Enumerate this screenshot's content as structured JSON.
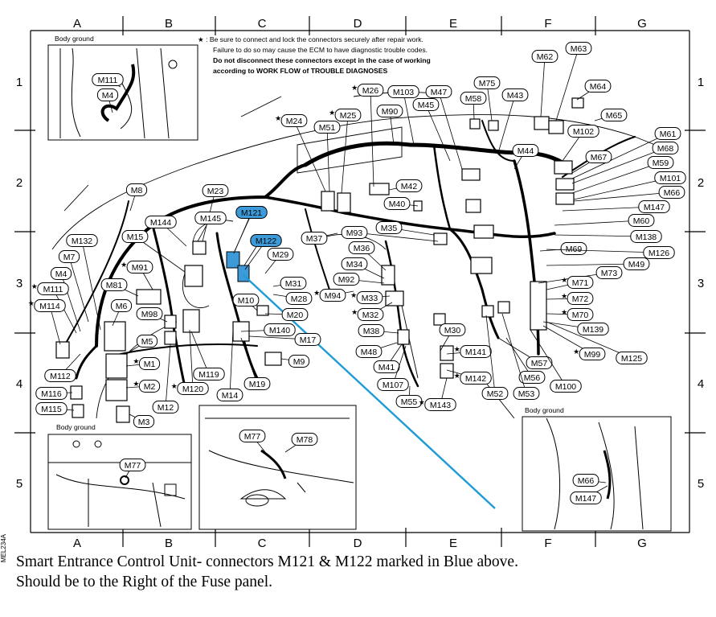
{
  "grid": {
    "columns": [
      "A",
      "B",
      "C",
      "D",
      "E",
      "F",
      "G"
    ],
    "rows": [
      "1",
      "2",
      "3",
      "4",
      "5"
    ]
  },
  "note": {
    "line1": "★ : Be sure to connect and lock the connectors securely after repair work.",
    "line2": "Failure to do so may cause the ECM to have diagnostic trouble codes.",
    "line3": "Do not disconnect these connectors except in the case of working",
    "line4": "according to WORK FLOW of TROUBLE DIAGNOSES"
  },
  "insets": {
    "top_left_title": "Body ground",
    "bottom_left_title": "Body ground",
    "bottom_right_title": "Body ground"
  },
  "highlight_color": "#3d9ad8",
  "pointer_color": "#1f9bd6",
  "connectors": [
    {
      "id": "c-M111a",
      "label": "M111"
    },
    {
      "id": "c-M4a",
      "label": "M4"
    },
    {
      "id": "c-M26",
      "label": "M26",
      "star": true
    },
    {
      "id": "c-M103",
      "label": "M103"
    },
    {
      "id": "c-M47",
      "label": "M47"
    },
    {
      "id": "c-M75",
      "label": "M75"
    },
    {
      "id": "c-M62",
      "label": "M62"
    },
    {
      "id": "c-M63",
      "label": "M63"
    },
    {
      "id": "c-M64",
      "label": "M64"
    },
    {
      "id": "c-M90",
      "label": "M90"
    },
    {
      "id": "c-M45",
      "label": "M45"
    },
    {
      "id": "c-M58",
      "label": "M58"
    },
    {
      "id": "c-M43",
      "label": "M43"
    },
    {
      "id": "c-M25",
      "label": "M25",
      "star": true
    },
    {
      "id": "c-M24",
      "label": "M24",
      "star": true
    },
    {
      "id": "c-M51",
      "label": "M51"
    },
    {
      "id": "c-M65",
      "label": "M65"
    },
    {
      "id": "c-M102",
      "label": "M102"
    },
    {
      "id": "c-M61",
      "label": "M61"
    },
    {
      "id": "c-M44",
      "label": "M44"
    },
    {
      "id": "c-M68",
      "label": "M68"
    },
    {
      "id": "c-M67",
      "label": "M67"
    },
    {
      "id": "c-M59",
      "label": "M59"
    },
    {
      "id": "c-M101",
      "label": "M101"
    },
    {
      "id": "c-M66a",
      "label": "M66"
    },
    {
      "id": "c-M147a",
      "label": "M147"
    },
    {
      "id": "c-M8",
      "label": "M8"
    },
    {
      "id": "c-M23",
      "label": "M23"
    },
    {
      "id": "c-M42",
      "label": "M42"
    },
    {
      "id": "c-M40",
      "label": "M40"
    },
    {
      "id": "c-M121",
      "label": "M121",
      "highlight": true
    },
    {
      "id": "c-M144",
      "label": "M144"
    },
    {
      "id": "c-M145",
      "label": "M145"
    },
    {
      "id": "c-M60",
      "label": "M60"
    },
    {
      "id": "c-M35",
      "label": "M35"
    },
    {
      "id": "c-M15",
      "label": "M15"
    },
    {
      "id": "c-M93",
      "label": "M93"
    },
    {
      "id": "c-M37",
      "label": "M37"
    },
    {
      "id": "c-M138",
      "label": "M138"
    },
    {
      "id": "c-M132",
      "label": "M132"
    },
    {
      "id": "c-M122",
      "label": "M122",
      "highlight": true
    },
    {
      "id": "c-M36",
      "label": "M36"
    },
    {
      "id": "c-M69",
      "label": "M69"
    },
    {
      "id": "c-M29",
      "label": "M29"
    },
    {
      "id": "c-M126",
      "label": "M126"
    },
    {
      "id": "c-M7",
      "label": "M7"
    },
    {
      "id": "c-M91",
      "label": "M91",
      "star": true
    },
    {
      "id": "c-M34",
      "label": "M34"
    },
    {
      "id": "c-M49",
      "label": "M49"
    },
    {
      "id": "c-M4b",
      "label": "M4"
    },
    {
      "id": "c-M73",
      "label": "M73"
    },
    {
      "id": "c-M92",
      "label": "M92"
    },
    {
      "id": "c-M81",
      "label": "M81"
    },
    {
      "id": "c-M31",
      "label": "M31"
    },
    {
      "id": "c-M71",
      "label": "M71",
      "star": true
    },
    {
      "id": "c-M111b",
      "label": "M111",
      "star": true
    },
    {
      "id": "c-M94",
      "label": "M94",
      "star": true
    },
    {
      "id": "c-M28",
      "label": "M28"
    },
    {
      "id": "c-M33",
      "label": "M33",
      "star": true
    },
    {
      "id": "c-M72",
      "label": "M72",
      "star": true
    },
    {
      "id": "c-M114",
      "label": "M114",
      "star": true
    },
    {
      "id": "c-M10",
      "label": "M10"
    },
    {
      "id": "c-M6",
      "label": "M6"
    },
    {
      "id": "c-M98",
      "label": "M98"
    },
    {
      "id": "c-M20",
      "label": "M20"
    },
    {
      "id": "c-M32",
      "label": "M32",
      "star": true
    },
    {
      "id": "c-M70",
      "label": "M70",
      "star": true
    },
    {
      "id": "c-M140",
      "label": "M140"
    },
    {
      "id": "c-M38",
      "label": "M38"
    },
    {
      "id": "c-M30",
      "label": "M30"
    },
    {
      "id": "c-M139",
      "label": "M139"
    },
    {
      "id": "c-M5",
      "label": "M5"
    },
    {
      "id": "c-M17",
      "label": "M17"
    },
    {
      "id": "c-M99",
      "label": "M99",
      "star": true
    },
    {
      "id": "c-M125",
      "label": "M125"
    },
    {
      "id": "c-M141",
      "label": "M141",
      "star": true
    },
    {
      "id": "c-M48",
      "label": "M48"
    },
    {
      "id": "c-M57",
      "label": "M57"
    },
    {
      "id": "c-M1",
      "label": "M1",
      "star": true
    },
    {
      "id": "c-M9",
      "label": "M9"
    },
    {
      "id": "c-M119",
      "label": "M119"
    },
    {
      "id": "c-M41",
      "label": "M41"
    },
    {
      "id": "c-M56",
      "label": "M56"
    },
    {
      "id": "c-M112",
      "label": "M112"
    },
    {
      "id": "c-M142",
      "label": "M142",
      "star": true
    },
    {
      "id": "c-M2",
      "label": "M2",
      "star": true
    },
    {
      "id": "c-M19",
      "label": "M19"
    },
    {
      "id": "c-M107",
      "label": "M107"
    },
    {
      "id": "c-M100",
      "label": "M100"
    },
    {
      "id": "c-M120",
      "label": "M120",
      "star": true
    },
    {
      "id": "c-M116",
      "label": "M116"
    },
    {
      "id": "c-M14",
      "label": "M14"
    },
    {
      "id": "c-M52",
      "label": "M52"
    },
    {
      "id": "c-M53",
      "label": "M53"
    },
    {
      "id": "c-M55",
      "label": "M55"
    },
    {
      "id": "c-M143",
      "label": "M143",
      "star": true
    },
    {
      "id": "c-M115",
      "label": "M115"
    },
    {
      "id": "c-M12",
      "label": "M12"
    },
    {
      "id": "c-M3",
      "label": "M3"
    },
    {
      "id": "c-M77a",
      "label": "M77"
    },
    {
      "id": "c-M78",
      "label": "M78"
    },
    {
      "id": "c-M77b",
      "label": "M77"
    },
    {
      "id": "c-M66b",
      "label": "M66"
    },
    {
      "id": "c-M147b",
      "label": "M147"
    }
  ],
  "caption": {
    "line1": "Smart Entrance Control Unit- connectors M121 & M122 marked in Blue above.",
    "line2": "Should be to the Right of the Fuse panel."
  },
  "side_code": "MEL234A"
}
